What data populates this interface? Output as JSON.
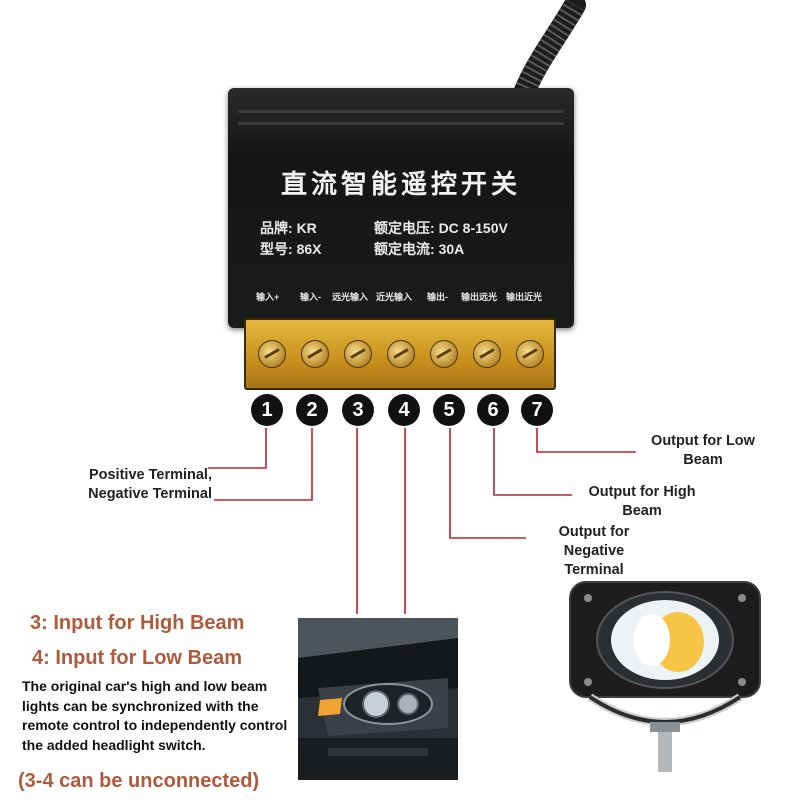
{
  "device": {
    "title": "直流智能遥控开关",
    "specs": [
      {
        "label": "品牌:",
        "value": "KR"
      },
      {
        "label": "型号:",
        "value": "86X"
      },
      {
        "label": "额定电压:",
        "value": "DC 8-150V"
      },
      {
        "label": "额定电流:",
        "value": "30A"
      }
    ],
    "terminal_labels": [
      "输入+",
      "输入-",
      "远光输入",
      "近光输入",
      "输出-",
      "输出远光",
      "输出近光"
    ]
  },
  "terminals": [
    "1",
    "2",
    "3",
    "4",
    "5",
    "6",
    "7"
  ],
  "callouts": {
    "terminals_1_2": [
      "Positive Terminal,",
      "Negative Terminal"
    ],
    "terminal_5": [
      "Output for",
      "Negative",
      "Terminal"
    ],
    "terminal_6": [
      "Output for High",
      "Beam"
    ],
    "terminal_7": [
      "Output for Low",
      "Beam"
    ]
  },
  "inputs": {
    "high_beam": "3: Input for High Beam",
    "low_beam": "4: Input for Low Beam",
    "description": "The original car's high and low beam lights can be synchronized with the remote control to independently control the added headlight switch.",
    "note": "(3-4 can be unconnected)"
  },
  "colors": {
    "accent": "#b05a3c",
    "leader_line": "#b8242c",
    "terminal_block": "#d9a52e"
  }
}
